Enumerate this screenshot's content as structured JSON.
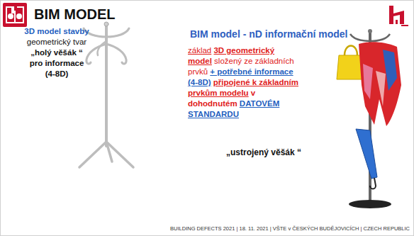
{
  "diagram": {
    "title": "BIM MODEL",
    "labels": [
      "3D model stavby",
      "geometrický tvar",
      "„holý věšák “",
      "pro informace",
      "(4-8D)",
      "BIM model - nD informační model",
      "základ",
      "3D geometrický model",
      "složený ze základních prvků",
      "+ potřebné informace (4-8D)",
      "připojené k základním prvkům modelu",
      "v dohodnutém",
      "DATOVÉM STANDARDU",
      "„ustrojený věšák “",
      "BUILDING DEFECTS 2021 | 18. 11. 2021 | VŠTE v ČESKÝCH BUDĚJOVICÍCH | CZECH REPUBLIC"
    ]
  }
}
